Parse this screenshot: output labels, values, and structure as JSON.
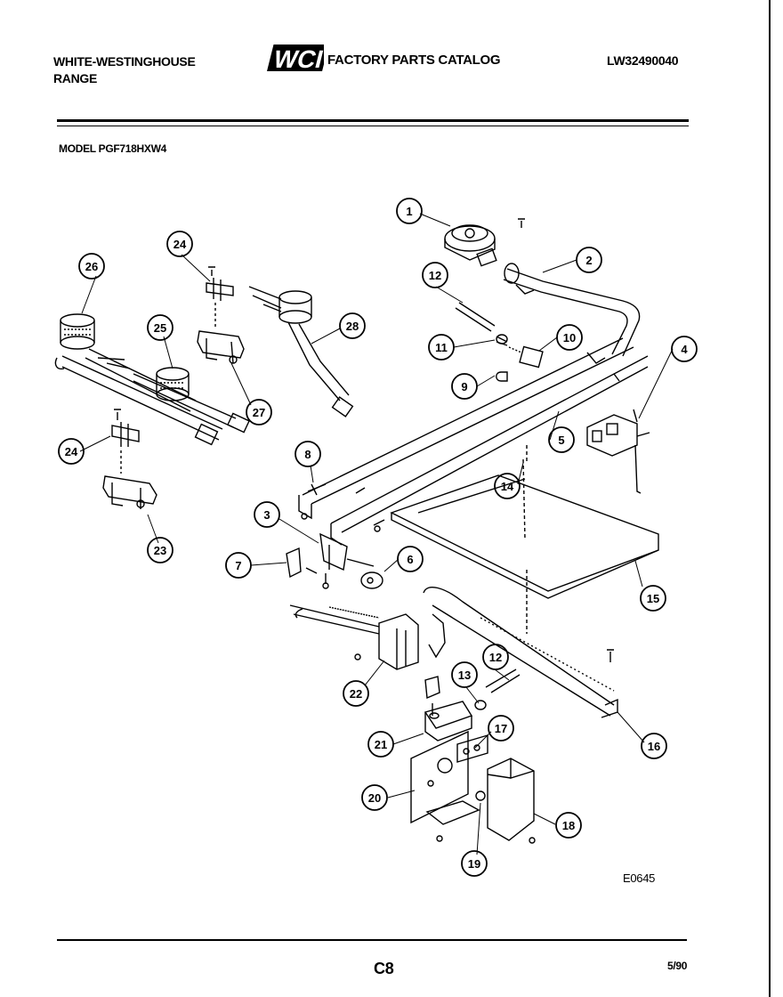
{
  "header": {
    "brand_line1": "WHITE-WESTINGHOUSE",
    "brand_line2": "RANGE",
    "logo_text": "WCI",
    "catalog_title": "FACTORY PARTS CATALOG",
    "doc_id": "LW32490040"
  },
  "model": "MODEL PGF718HXW4",
  "callouts": [
    "1",
    "2",
    "3",
    "4",
    "5",
    "6",
    "7",
    "8",
    "9",
    "10",
    "11",
    "12",
    "12",
    "13",
    "14",
    "15",
    "16",
    "17",
    "18",
    "19",
    "20",
    "21",
    "22",
    "23",
    "24",
    "24",
    "25",
    "26",
    "27",
    "28"
  ],
  "diagram_code": "E0645",
  "footer": {
    "page": "C8",
    "date": "5/90"
  }
}
